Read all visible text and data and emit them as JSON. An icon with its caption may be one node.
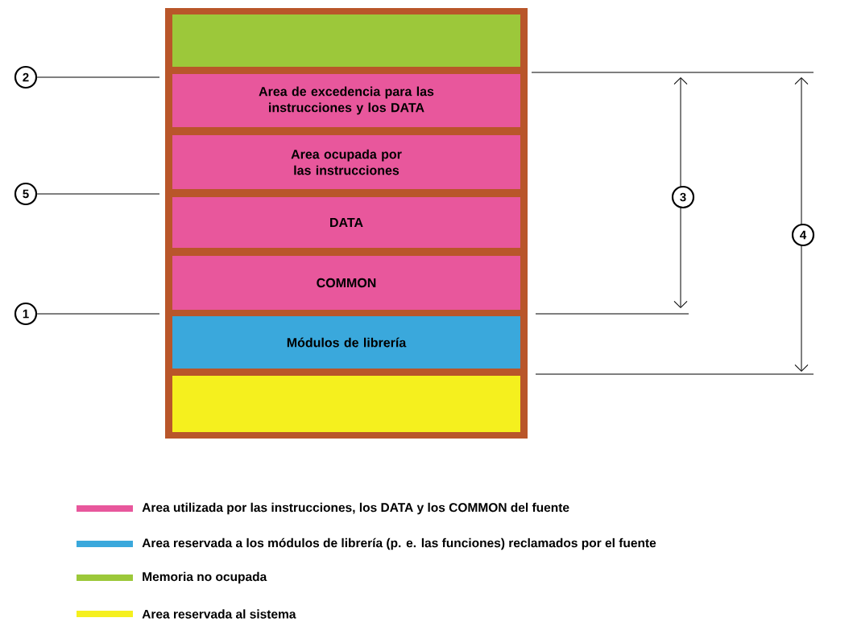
{
  "diagram": {
    "nodes": [
      {
        "text": [],
        "shape": "bar"
      },
      {
        "text": [
          "Area de excedencia para las instrucciones y los DATA"
        ]
      },
      {
        "text": [
          "Area ocupada por las instrucciones"
        ]
      },
      {
        "text": [
          "DATA"
        ]
      },
      {
        "text": [
          "COMMON"
        ]
      },
      {
        "text": [
          "Módulos de librería"
        ]
      },
      {
        "text": [],
        "shape": "bar"
      },
      {
        "text": [
          "2"
        ]
      },
      {
        "text": [
          "5"
        ]
      },
      {
        "text": [
          "1"
        ]
      },
      {
        "text": [
          "3"
        ]
      },
      {
        "text": [
          "4"
        ]
      }
    ],
    "edges": [
      {
        "from": 7,
        "to": null,
        "arrow": "none"
      },
      {
        "from": 8,
        "to": null,
        "arrow": "none"
      },
      {
        "from": 9,
        "to": null,
        "arrow": "none"
      }
    ],
    "legend": [
      {
        "text": "Area utilizada por las instrucciones, los DATA y los COMMON del fuente",
        "color": "#e8579c"
      },
      {
        "text": "Area reservada a los módulos de librería (p. e. las funciones) reclamados por el fuente",
        "color": "#3aa8dc"
      },
      {
        "text": "Memoria no ocupada",
        "color": "#9cc83a"
      },
      {
        "text": "Area reservada al sistema",
        "color": "#f5f01e"
      }
    ]
  }
}
